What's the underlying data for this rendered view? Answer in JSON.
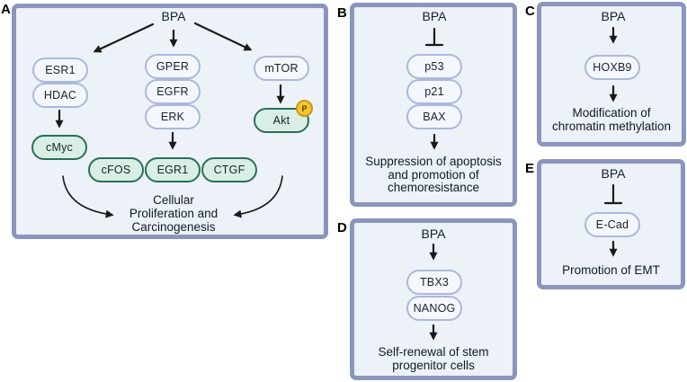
{
  "colors": {
    "panel_border": "#8b96bd",
    "panel_fill": "#edf1f8",
    "node_blue_fill": "#f4f7fd",
    "node_blue_border": "#aab9dc",
    "node_green_fill": "#d9efe5",
    "node_green_border": "#2c6e59",
    "phospho_fill": "#f8c62f",
    "phospho_border": "#c79a12",
    "arrow": "#1a1a1a",
    "background": "#ffffff"
  },
  "panelA": {
    "label": "A",
    "bpa": "BPA",
    "nodes": {
      "esr1": "ESR1",
      "hdac": "HDAC",
      "cmyc": "cMyc",
      "gper": "GPER",
      "egfr": "EGFR",
      "erk": "ERK",
      "cfos": "cFOS",
      "egr1": "EGR1",
      "ctgf": "CTGF",
      "mtor": "mTOR",
      "akt": "Akt",
      "phospho": "P"
    },
    "outcome": {
      "line1": "Cellular",
      "line2": "Proliferation and",
      "line3": "Carcinogenesis"
    },
    "edges": [
      {
        "from": "BPA",
        "to": "ESR1",
        "type": "arrow"
      },
      {
        "from": "BPA",
        "to": "GPER",
        "type": "arrow"
      },
      {
        "from": "BPA",
        "to": "mTOR",
        "type": "arrow"
      },
      {
        "from": "HDAC",
        "to": "cMyc",
        "type": "arrow"
      },
      {
        "from": "ERK",
        "to": "EGR1",
        "type": "arrow"
      },
      {
        "from": "mTOR",
        "to": "Akt",
        "type": "arrow"
      },
      {
        "from": "cMyc",
        "to": "Cellular Proliferation and Carcinogenesis",
        "type": "curved-arrow"
      },
      {
        "from": "Akt",
        "to": "Cellular Proliferation and Carcinogenesis",
        "type": "curved-arrow"
      }
    ]
  },
  "panelB": {
    "label": "B",
    "bpa": "BPA",
    "nodes": {
      "p53": "p53",
      "p21": "p21",
      "bax": "BAX"
    },
    "outcome": {
      "line1": "Suppression of apoptosis",
      "line2": "and promotion of",
      "line3": "chemoresistance"
    },
    "edges": [
      {
        "from": "BPA",
        "to": "p53",
        "type": "inhibition"
      },
      {
        "from": "BAX",
        "to": "Suppression of apoptosis and promotion of chemoresistance",
        "type": "arrow"
      }
    ]
  },
  "panelC": {
    "label": "C",
    "bpa": "BPA",
    "nodes": {
      "hoxb9": "HOXB9"
    },
    "outcome": {
      "line1": "Modification of",
      "line2": "chromatin methylation"
    },
    "edges": [
      {
        "from": "BPA",
        "to": "HOXB9",
        "type": "arrow"
      },
      {
        "from": "HOXB9",
        "to": "Modification of chromatin methylation",
        "type": "arrow"
      }
    ]
  },
  "panelD": {
    "label": "D",
    "bpa": "BPA",
    "nodes": {
      "tbx3": "TBX3",
      "nanog": "NANOG"
    },
    "outcome": {
      "line1": "Self-renewal of stem",
      "line2": "progenitor cells"
    },
    "edges": [
      {
        "from": "BPA",
        "to": "TBX3",
        "type": "arrow"
      },
      {
        "from": "NANOG",
        "to": "Self-renewal of stem progenitor cells",
        "type": "arrow"
      }
    ]
  },
  "panelE": {
    "label": "E",
    "bpa": "BPA",
    "nodes": {
      "ecad": "E-Cad"
    },
    "outcome": {
      "line1": "Promotion of EMT"
    },
    "edges": [
      {
        "from": "BPA",
        "to": "E-Cad",
        "type": "inhibition"
      },
      {
        "from": "E-Cad",
        "to": "Promotion of EMT",
        "type": "arrow"
      }
    ]
  }
}
